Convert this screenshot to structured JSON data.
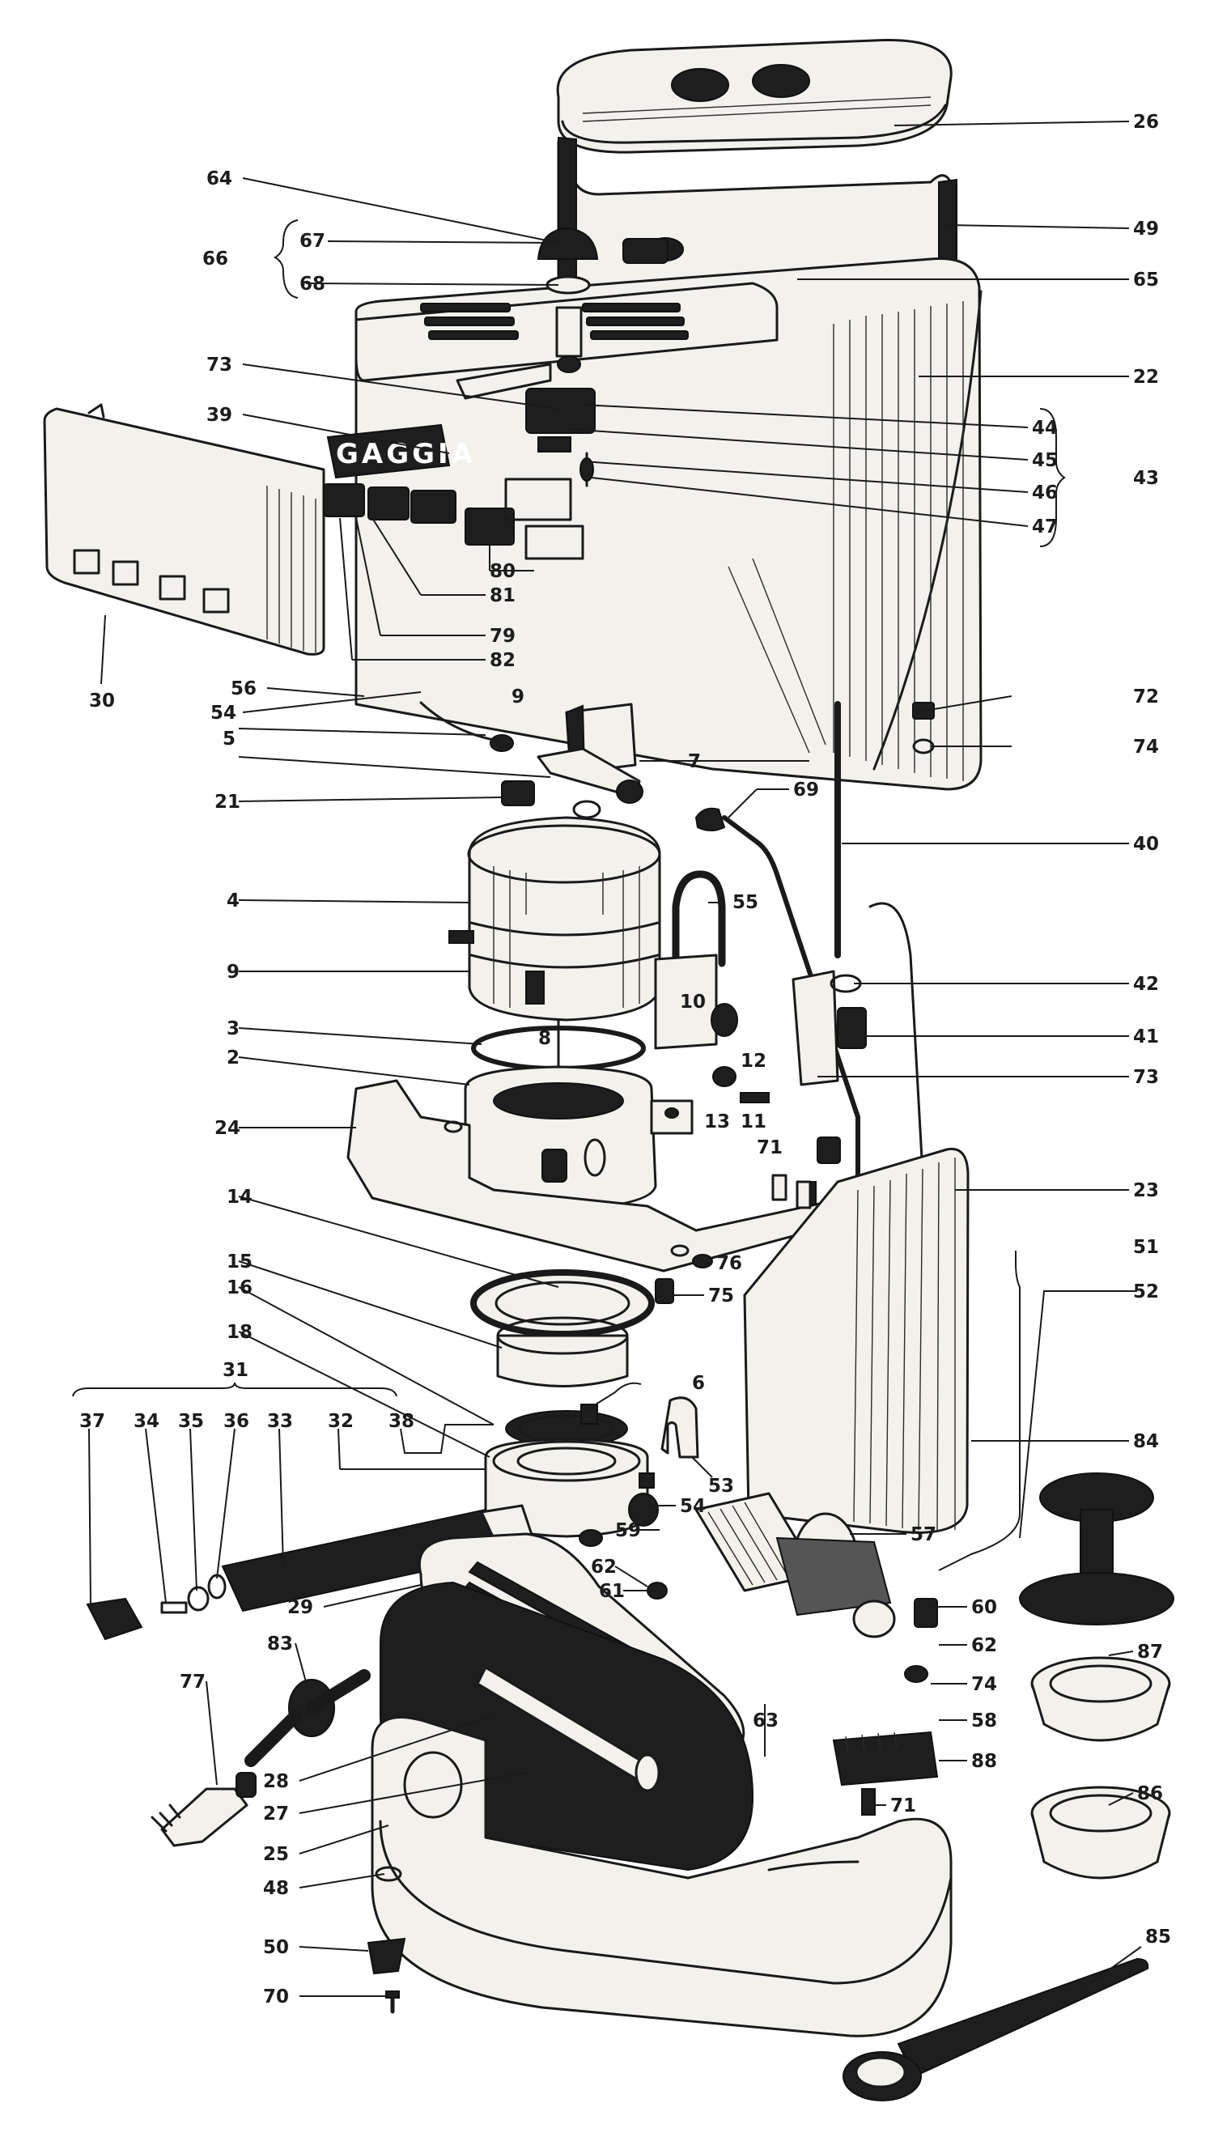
{
  "brand": {
    "logo_text": "GAGGIA"
  },
  "part_labels": {
    "p26": "26",
    "p64": "64",
    "p49": "49",
    "p67": "67",
    "p66": "66",
    "p68": "68",
    "p65": "65",
    "p22": "22",
    "p73a": "73",
    "p44": "44",
    "p39": "39",
    "p45": "45",
    "p43": "43",
    "p46": "46",
    "p47": "47",
    "p80": "80",
    "p81": "81",
    "p79": "79",
    "p82": "82",
    "p30": "30",
    "p56": "56",
    "p9a": "9",
    "p72": "72",
    "p54a": "54",
    "p74a": "74",
    "p5": "5",
    "p7": "7",
    "p69": "69",
    "p21": "21",
    "p40": "40",
    "p4": "4",
    "p55": "55",
    "p9b": "9",
    "p42": "42",
    "p3": "3",
    "p8": "8",
    "p10": "10",
    "p41": "41",
    "p2": "2",
    "p12": "12",
    "p73b": "73",
    "p24": "24",
    "p13": "13",
    "p11": "11",
    "p71a": "71",
    "p14": "14",
    "p23": "23",
    "p76": "76",
    "p51": "51",
    "p15": "15",
    "p75": "75",
    "p52": "52",
    "p16": "16",
    "p6": "6",
    "p18": "18",
    "p31": "31",
    "p37": "37",
    "p34": "34",
    "p35": "35",
    "p36": "36",
    "p33": "33",
    "p32": "32",
    "p38": "38",
    "p53": "53",
    "p84": "84",
    "p54b": "54",
    "p59": "59",
    "p57": "57",
    "p62a": "62",
    "p61": "61",
    "p29": "29",
    "p60": "60",
    "p83": "83",
    "p87": "87",
    "p62b": "62",
    "p77": "77",
    "p74b": "74",
    "p58": "58",
    "p63": "63",
    "p28": "28",
    "p88": "88",
    "p86": "86",
    "p27": "27",
    "p71b": "71",
    "p25": "25",
    "p48": "48",
    "p85": "85",
    "p50": "50",
    "p70": "70"
  }
}
